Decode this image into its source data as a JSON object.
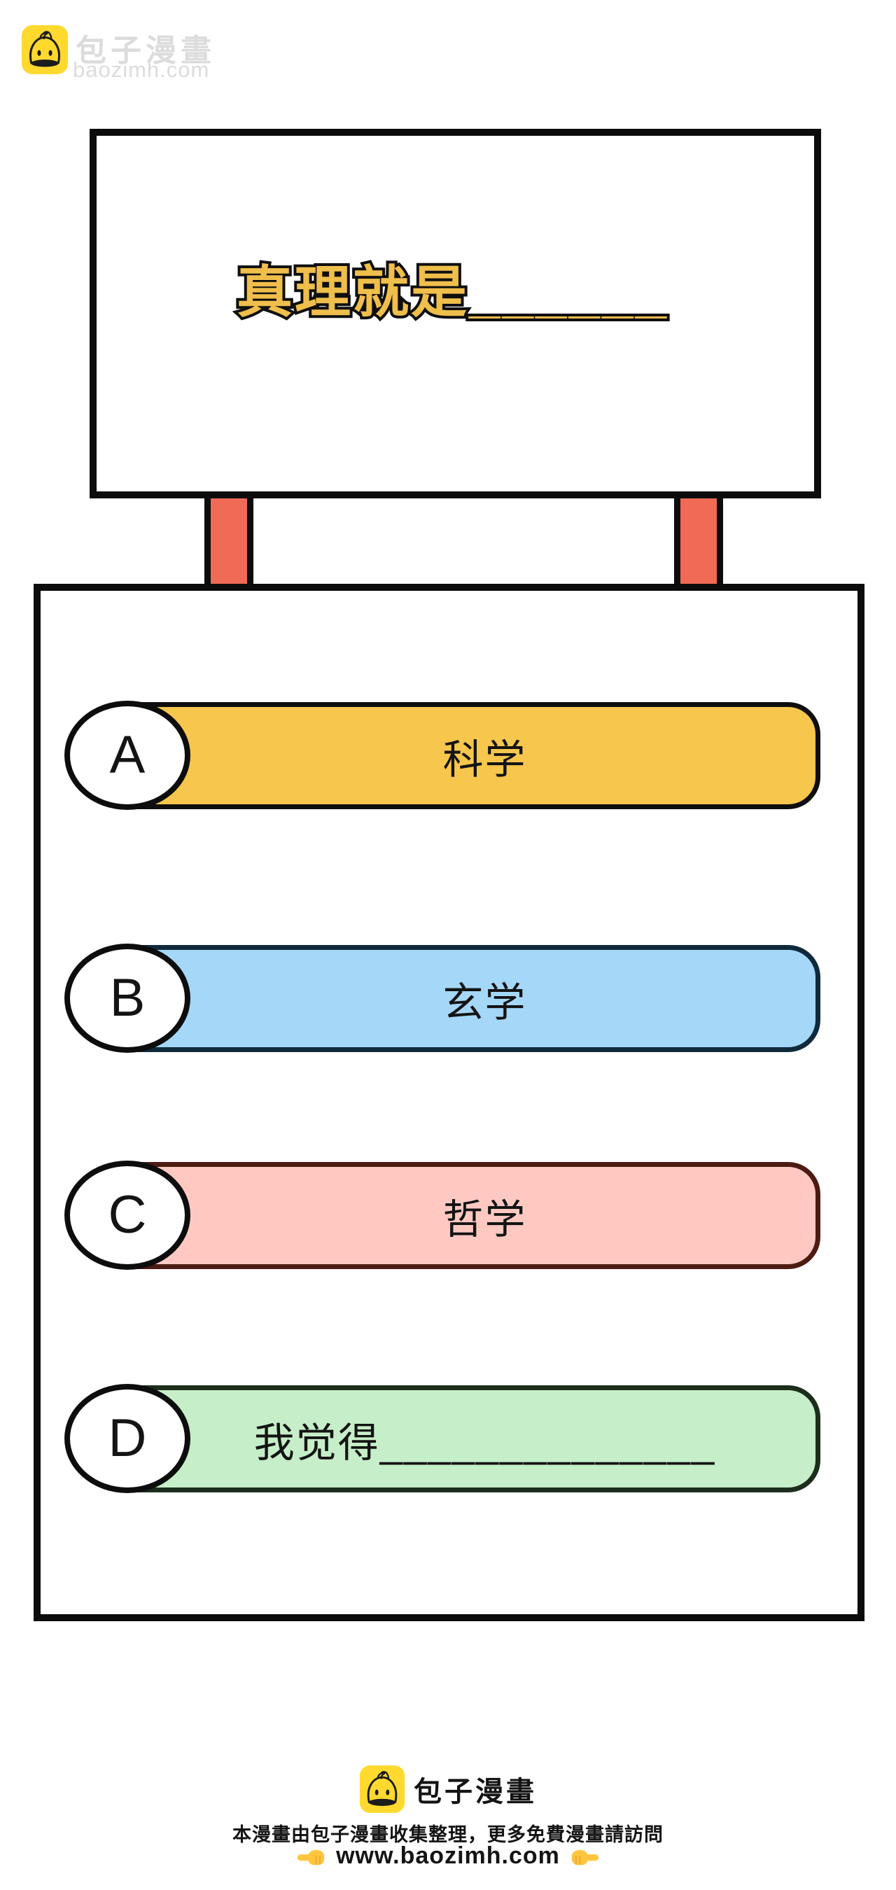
{
  "watermark": {
    "brand": "包子漫畫",
    "domain": "baozimh.com",
    "logo_icon": "baozi-bun-logo"
  },
  "sign": {
    "title": "真理就是",
    "blank": "______"
  },
  "options": [
    {
      "letter": "A",
      "label": "科学",
      "fill": "#f6c64d",
      "border": "#0e0e0e"
    },
    {
      "letter": "B",
      "label": "玄学",
      "fill": "#a5d7f8",
      "border": "#102a3c"
    },
    {
      "letter": "C",
      "label": "哲学",
      "fill": "#ffc9c2",
      "border": "#4c1b11"
    },
    {
      "letter": "D",
      "label": "我觉得______________",
      "fill": "#c6eec8",
      "border": "#1c2e1b"
    }
  ],
  "footer": {
    "brand": "包子漫畫",
    "logo_icon": "baozi-bun-logo",
    "notice": "本漫畫由包子漫畫收集整理，更多免費漫畫請訪問",
    "url": "www.baozimh.com",
    "left_hand_icon": "pointing-right-hand",
    "right_hand_icon": "pointing-left-hand"
  },
  "colors": {
    "ink": "#0c0c0c",
    "title_yellow": "#efbe4b",
    "leg_red": "#f06a55",
    "logo_yellow": "#ffd92e",
    "watermark_gray": "#dcdcdc",
    "hand_yellow": "#ffc53d"
  }
}
